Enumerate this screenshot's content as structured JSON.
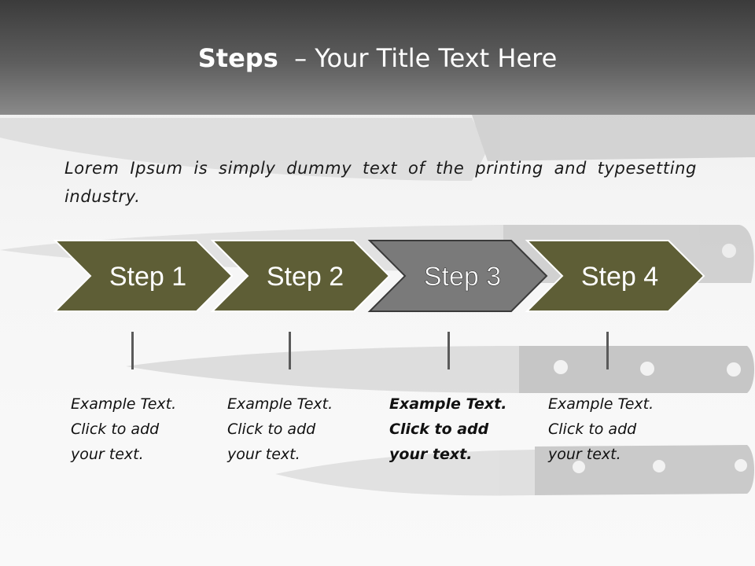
{
  "title": {
    "main": "Steps",
    "rest": "– Your Title Text Here"
  },
  "intro": "Lorem Ipsum is simply dummy text of the printing and typesetting industry.",
  "steps": [
    {
      "label": "Step 1",
      "color": "#5e5e36",
      "highlighted": false,
      "note": {
        "line1": "Example Text.",
        "line2": "Click  to add",
        "line3": "your text."
      }
    },
    {
      "label": "Step 2",
      "color": "#5e5e36",
      "highlighted": false,
      "note": {
        "line1": "Example Text.",
        "line2": "Click  to add",
        "line3": "your text."
      }
    },
    {
      "label": "Step 3",
      "color": "#7a7a7a",
      "highlighted": true,
      "note": {
        "line1": "Example Text.",
        "line2": "Click  to add",
        "line3": "your text."
      }
    },
    {
      "label": "Step 4",
      "color": "#5e5e36",
      "highlighted": false,
      "note": {
        "line1": "Example Text.",
        "line2": "Click  to add",
        "line3": "your text."
      }
    }
  ],
  "colors": {
    "olive": "#5e5e36",
    "gray_step": "#7a7a7a",
    "header": "#4a4a4a"
  }
}
